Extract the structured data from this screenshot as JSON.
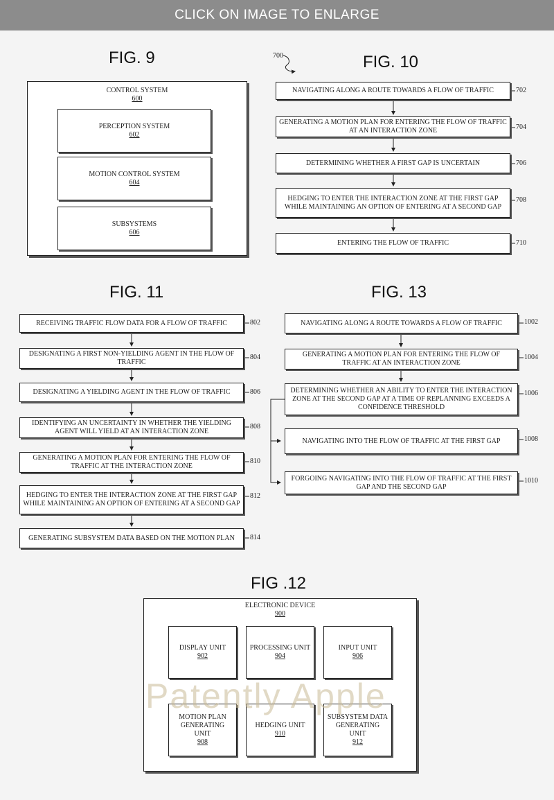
{
  "banner": "CLICK ON IMAGE TO ENLARGE",
  "fig9": {
    "title": "FIG. 9",
    "outer_label": "CONTROL SYSTEM",
    "outer_num": "600",
    "boxes": [
      {
        "label": "PERCEPTION SYSTEM",
        "num": "602"
      },
      {
        "label": "MOTION CONTROL SYSTEM",
        "num": "604"
      },
      {
        "label": "SUBSYSTEMS",
        "num": "606"
      }
    ]
  },
  "fig10": {
    "title": "FIG. 10",
    "ref": "700",
    "steps": [
      {
        "text": "NAVIGATING ALONG A ROUTE TOWARDS A FLOW OF TRAFFIC",
        "ref": "702"
      },
      {
        "text": "GENERATING A MOTION PLAN FOR ENTERING THE FLOW OF TRAFFIC AT AN INTERACTION ZONE",
        "ref": "704"
      },
      {
        "text": "DETERMINING WHETHER A FIRST GAP IS UNCERTAIN",
        "ref": "706"
      },
      {
        "text": "HEDGING TO ENTER THE INTERACTION ZONE AT THE FIRST GAP WHILE MAINTAINING AN OPTION OF ENTERING AT A SECOND GAP",
        "ref": "708"
      },
      {
        "text": "ENTERING THE FLOW OF TRAFFIC",
        "ref": "710"
      }
    ]
  },
  "fig11": {
    "title": "FIG. 11",
    "steps": [
      {
        "text": "RECEIVING TRAFFIC FLOW DATA FOR A FLOW OF TRAFFIC",
        "ref": "802"
      },
      {
        "text": "DESIGNATING A FIRST NON-YIELDING AGENT IN THE FLOW OF TRAFFIC",
        "ref": "804"
      },
      {
        "text": "DESIGNATING A YIELDING AGENT IN THE FLOW OF TRAFFIC",
        "ref": "806"
      },
      {
        "text": "IDENTIFYING AN UNCERTAINTY IN WHETHER THE YIELDING AGENT WILL YIELD AT AN INTERACTION ZONE",
        "ref": "808"
      },
      {
        "text": "GENERATING A MOTION PLAN FOR ENTERING THE FLOW OF TRAFFIC AT THE INTERACTION ZONE",
        "ref": "810"
      },
      {
        "text": "HEDGING TO ENTER THE INTERACTION ZONE AT THE FIRST GAP WHILE MAINTAINING AN OPTION OF ENTERING AT A SECOND GAP",
        "ref": "812"
      },
      {
        "text": "GENERATING SUBSYSTEM DATA BASED ON THE MOTION PLAN",
        "ref": "814"
      }
    ]
  },
  "fig13": {
    "title": "FIG. 13",
    "steps": [
      {
        "text": "NAVIGATING ALONG A ROUTE TOWARDS A FLOW OF TRAFFIC",
        "ref": "1002"
      },
      {
        "text": "GENERATING A MOTION PLAN FOR ENTERING THE FLOW OF TRAFFIC AT AN INTERACTION ZONE",
        "ref": "1004"
      },
      {
        "text": "DETERMINING WHETHER AN ABILITY TO ENTER THE INTERACTION ZONE AT THE SECOND GAP AT A TIME OF REPLANNING EXCEEDS A CONFIDENCE THRESHOLD",
        "ref": "1006"
      },
      {
        "text": "NAVIGATING INTO THE FLOW OF TRAFFIC AT THE FIRST GAP",
        "ref": "1008"
      },
      {
        "text": "FORGOING NAVIGATING INTO THE FLOW OF TRAFFIC AT THE FIRST GAP AND THE SECOND GAP",
        "ref": "1010"
      }
    ]
  },
  "fig12": {
    "title": "FIG .12",
    "outer_label": "ELECTRONIC DEVICE",
    "outer_num": "900",
    "units": [
      {
        "label": "DISPLAY UNIT",
        "num": "902"
      },
      {
        "label": "PROCESSING UNIT",
        "num": "904"
      },
      {
        "label": "INPUT UNIT",
        "num": "906"
      },
      {
        "label": "MOTION PLAN GENERATING UNIT",
        "num": "908"
      },
      {
        "label": "HEDGING UNIT",
        "num": "910"
      },
      {
        "label": "SUBSYSTEM DATA GENERATING UNIT",
        "num": "912"
      }
    ]
  },
  "watermark": "Patently Apple"
}
